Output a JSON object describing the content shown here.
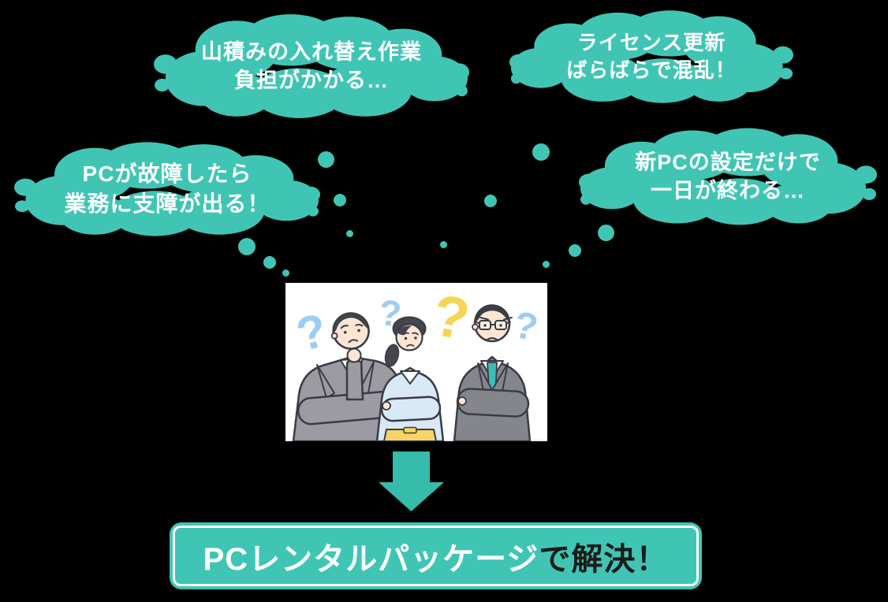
{
  "palette": {
    "background": "#000000",
    "bubble_teal": "#40c5b5",
    "arrow_teal": "#35bcaa",
    "bubble_text": "#ffffff",
    "banner_fill": "#40c5b5",
    "banner_inner_border": "#ffffff",
    "banner_highlight_text": "#ffffff",
    "banner_suffix_text": "#1b1b1b",
    "question_blue": "#9fcdf2",
    "question_yellow": "#f6d456",
    "suit_gray_left": "#9b9ba1",
    "suit_gray_right": "#85858c",
    "blouse_blue": "#d9e9f7",
    "skirt_yellow": "#f7d564",
    "tie_teal": "#3bbcb8"
  },
  "thought_bubbles": [
    {
      "id": "replacement-workload",
      "line1": "山積みの入れ替え作業",
      "line2": "負担がかかる…"
    },
    {
      "id": "license-renewal",
      "line1": "ライセンス更新",
      "line2": "ばらばらで混乱！"
    },
    {
      "id": "pc-breakdown",
      "line1": "PCが故障したら",
      "line2": "業務に支障が出る！"
    },
    {
      "id": "new-pc-setup",
      "line1": "新PCの設定だけで",
      "line2": "一日が終わる…"
    }
  ],
  "illustration": {
    "alt": "腕組みして考え込む3人の会社員のイラスト",
    "question_marks": [
      "?",
      "?",
      "?",
      "?"
    ]
  },
  "banner": {
    "highlight": "PCレンタルパッケージ",
    "suffix": "で解決！"
  }
}
